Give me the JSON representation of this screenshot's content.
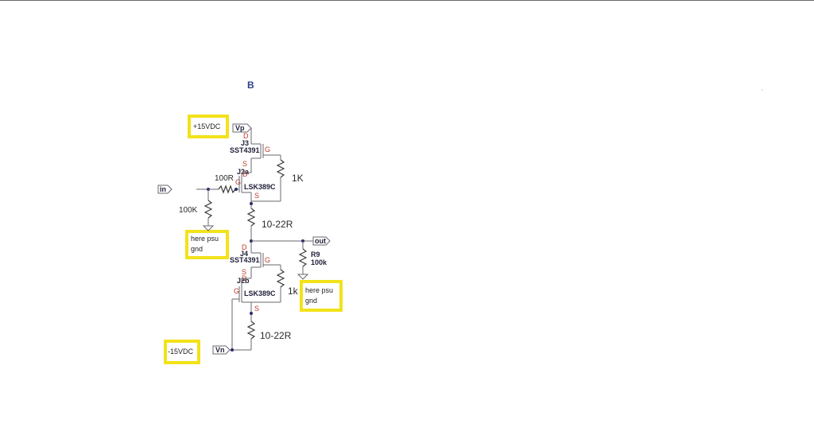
{
  "figure_label": "B",
  "colors": {
    "note_border": "#f2e21a",
    "pin_label": "#c0392b",
    "wire": "#6a6a72"
  },
  "ports": {
    "vp": "Vp",
    "vn": "Vn",
    "in": "in",
    "out": "out"
  },
  "transistors": {
    "j3": {
      "ref": "J3",
      "part": "SST4391"
    },
    "j2a": {
      "ref": "J2a",
      "part": "LSK389C"
    },
    "j4": {
      "ref": "J4",
      "part": "SST4391"
    },
    "j2b": {
      "ref": "J2b",
      "part": "LSK389C"
    }
  },
  "pins": {
    "d": "D",
    "s": "S",
    "g": "G"
  },
  "resistors": {
    "r_1k_top": "1K",
    "r_100r": "100R",
    "r_100k_in": "100K",
    "r_10_22_top": "10-22R",
    "r_1k_bottom": "1k",
    "r_10_22_bottom": "10-22R",
    "r9_ref": "R9",
    "r9_value": "100k"
  },
  "notes": {
    "plus15": "+15VDC",
    "minus15": "-15VDC",
    "gnd_in_line1": "here psu",
    "gnd_in_line2": "gnd",
    "gnd_out_line1": "here psu",
    "gnd_out_line2": "gnd"
  }
}
